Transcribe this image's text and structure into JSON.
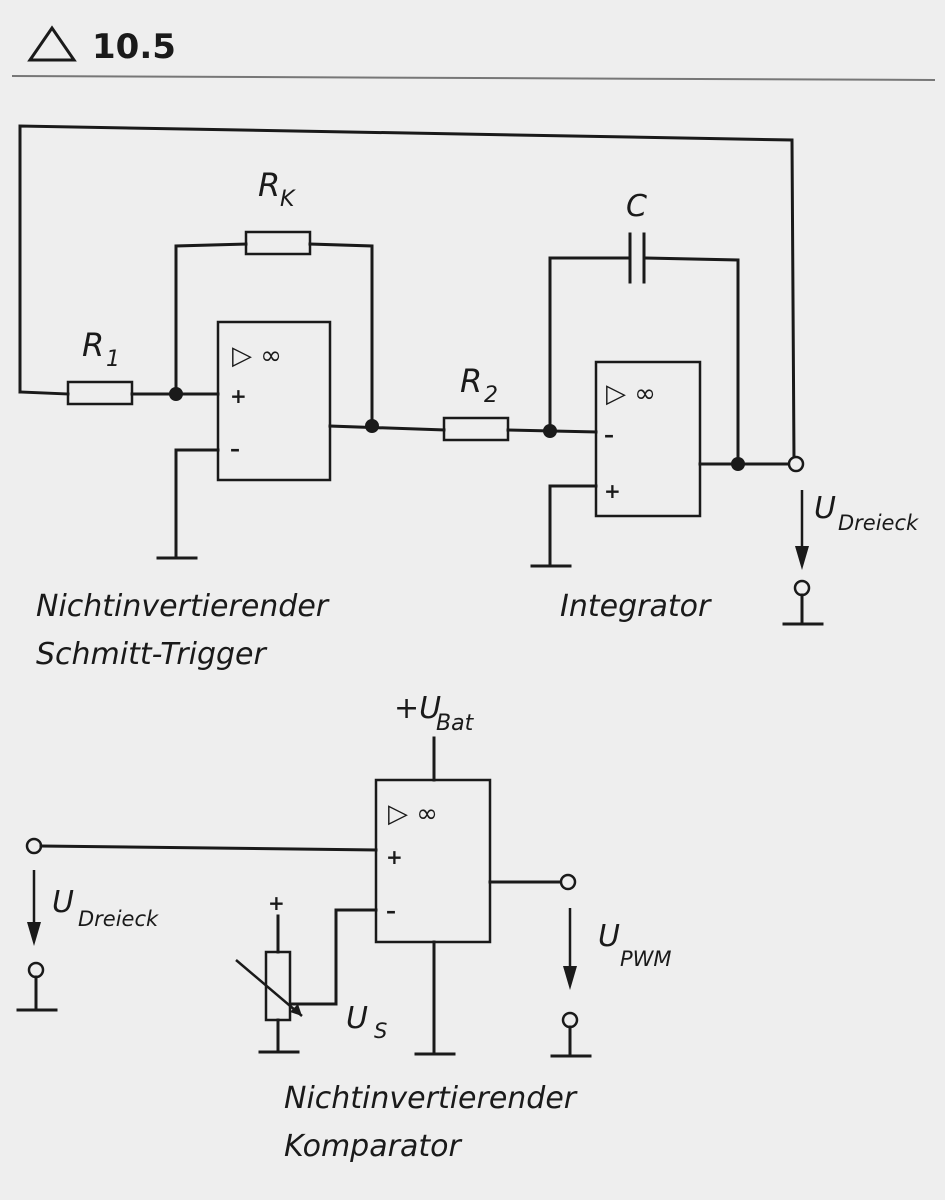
{
  "header": {
    "icon": "triangle-icon",
    "number": "10.5"
  },
  "circuit1": {
    "labels": {
      "rk": "R",
      "rk_sub": "K",
      "r1": "R",
      "r1_sub": "1",
      "r2": "R",
      "r2_sub": "2",
      "c": "C",
      "u_dreieck": "U",
      "u_dreieck_sub": "Dreieck"
    },
    "opamp1": {
      "symbol": "▷ ∞",
      "plus": "+",
      "minus": "–"
    },
    "opamp2": {
      "symbol": "▷ ∞",
      "plus": "+",
      "minus": "–"
    },
    "captions": {
      "schmitt_line1": "Nichtinvertierender",
      "schmitt_line2": "Schmitt-Trigger",
      "integrator": "Integrator"
    }
  },
  "circuit2": {
    "labels": {
      "u_bat": "+U",
      "u_bat_sub": "Bat",
      "u_dreieck": "U",
      "u_dreieck_sub": "Dreieck",
      "u_pwm": "U",
      "u_pwm_sub": "PWM",
      "u_s": "U",
      "u_s_sub": "S",
      "pot_plus": "+"
    },
    "opamp3": {
      "symbol": "▷ ∞",
      "plus": "+",
      "minus": "–"
    },
    "captions": {
      "line1": "Nichtinvertierender",
      "line2": "Komparator"
    }
  }
}
